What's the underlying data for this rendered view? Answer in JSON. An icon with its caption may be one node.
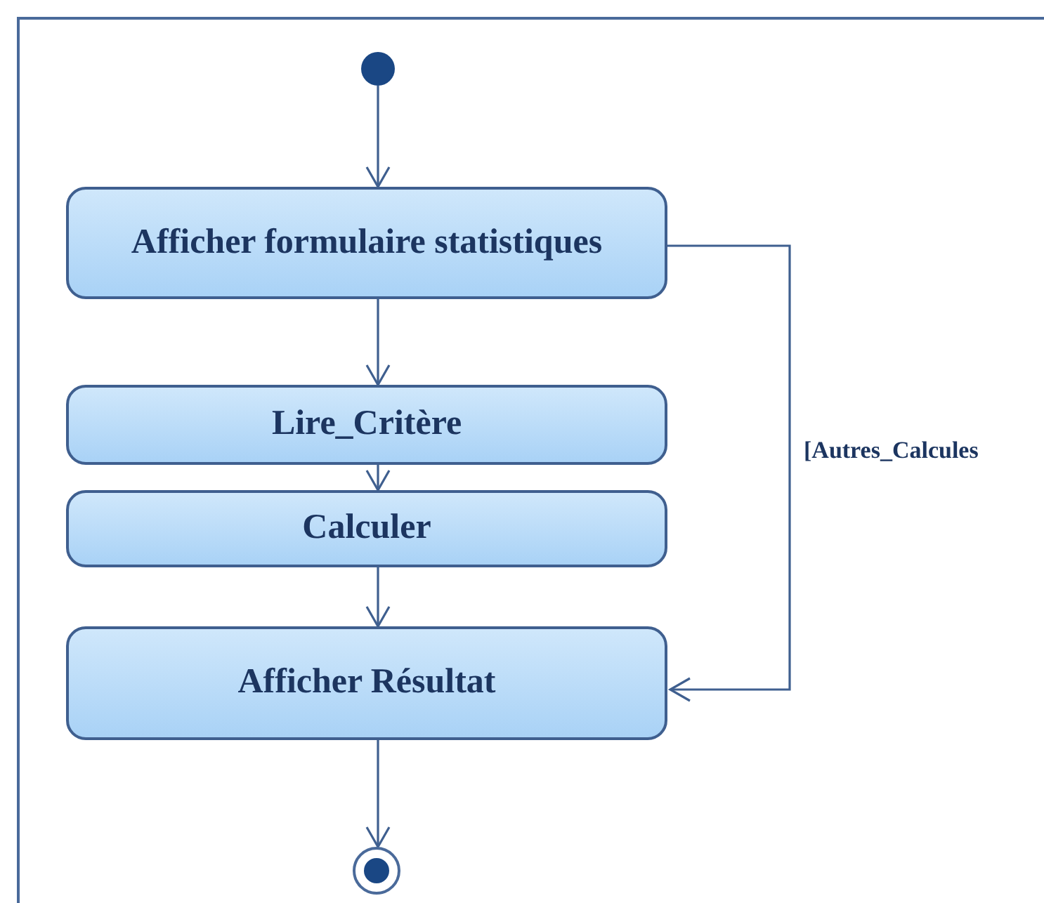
{
  "diagram": {
    "nodes": [
      {
        "text": [],
        "shape": "circle"
      },
      {
        "text": [
          "Afficher formulaire statistiques"
        ]
      },
      {
        "text": [
          "Lire_Critère"
        ]
      },
      {
        "text": [
          "Calculer"
        ]
      },
      {
        "text": [
          "Afficher Résultat"
        ]
      },
      {
        "text": [],
        "shape": "circle"
      }
    ],
    "edges": [
      {
        "from": 0,
        "to": 1,
        "arrow": "to"
      },
      {
        "from": 1,
        "to": 2,
        "arrow": "to"
      },
      {
        "from": 2,
        "to": 3,
        "arrow": "to"
      },
      {
        "from": 3,
        "to": 4,
        "arrow": "to"
      },
      {
        "from": 1,
        "to": 4,
        "arrow": "to",
        "label": "[Autres_Calcules"
      },
      {
        "from": 4,
        "to": 5,
        "arrow": "to"
      }
    ]
  }
}
